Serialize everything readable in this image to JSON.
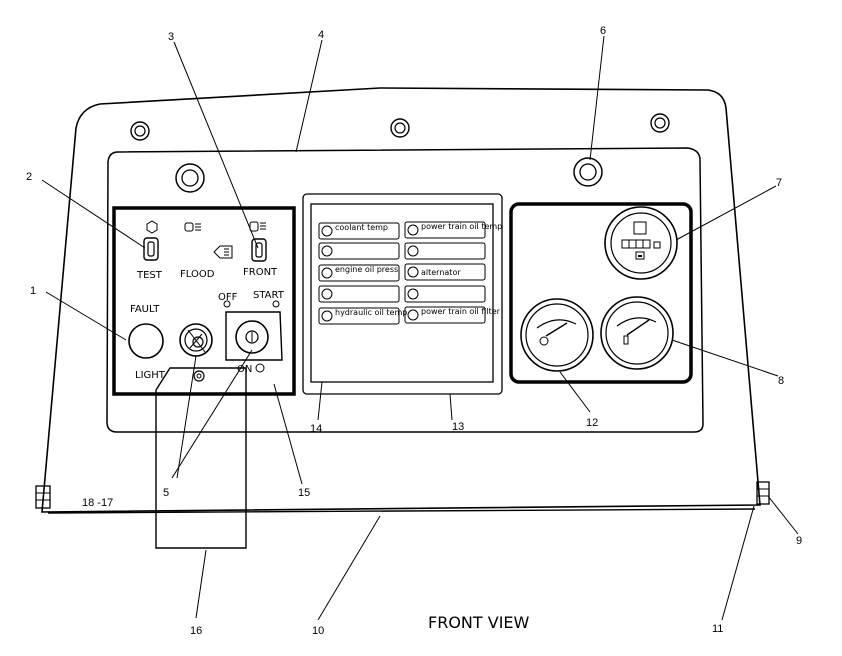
{
  "title": "FRONT VIEW",
  "callouts": [
    "1",
    "2",
    "3",
    "4",
    "5",
    "6",
    "7",
    "8",
    "9",
    "10",
    "11",
    "12",
    "13",
    "14",
    "15",
    "16",
    "18 -17"
  ],
  "panel_labels": {
    "test": "TEST",
    "flood": "FLOOD",
    "front": "FRONT",
    "fault": "FAULT",
    "light": "LIGHT",
    "off": "OFF",
    "start": "START",
    "on": "ON"
  },
  "indicators": {
    "left": [
      "coolant temp",
      "",
      "engine oil press",
      "",
      "hydraulic oil temp"
    ],
    "right": [
      "power train oil temp",
      "",
      "alternator",
      "",
      "power train oil filter"
    ]
  },
  "colors": {
    "ink": "#000000",
    "paper": "#ffffff"
  }
}
